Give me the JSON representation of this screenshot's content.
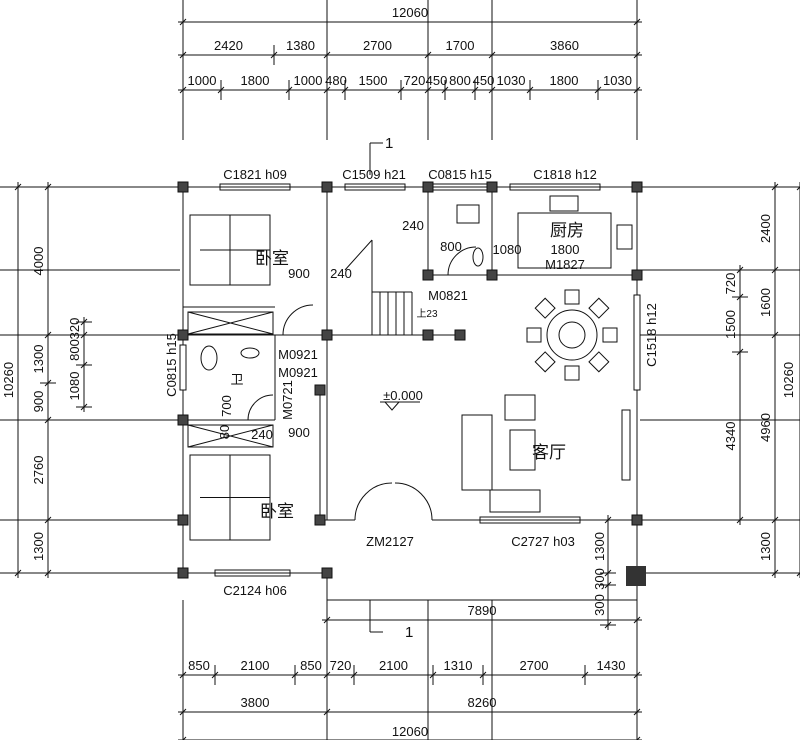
{
  "dimensions": {
    "top_total": "12060",
    "top_row_2": [
      "2420",
      "1380",
      "2700",
      "1700",
      "3860"
    ],
    "top_row_3": [
      "1000",
      "1800",
      "1000",
      "480",
      "1500",
      "720",
      "450",
      "800",
      "450",
      "1030",
      "1800",
      "1030"
    ],
    "bottom_row_1": [
      "850",
      "2100",
      "850",
      "720",
      "2100",
      "1310",
      "2700",
      "1430"
    ],
    "bottom_row_2": [
      "3800",
      "8260"
    ],
    "bottom_total": "12060",
    "left_outer": [
      "4000",
      "1300",
      "900",
      "2760",
      "1300"
    ],
    "left_inner": [
      "320",
      "800",
      "1080"
    ],
    "left_total": "10260",
    "right_outer": [
      "2400",
      "1600",
      "4960",
      "1300"
    ],
    "right_inner": [
      "720",
      "1500",
      "4340"
    ],
    "right_total": "10260",
    "porch": [
      "1300",
      "300",
      "300"
    ],
    "porch_width": "7890"
  },
  "rooms": {
    "bedroom_1": "卧室",
    "bedroom_2": "卧室",
    "kitchen": "厨房",
    "living_room": "客厅",
    "bathroom": "卫",
    "elevation": "±0.000"
  },
  "windows": {
    "w1": "C1821 h09",
    "w2": "C1509 h21",
    "w3": "C0815 h15",
    "w4": "C1818 h12",
    "w5": "C2124 h06",
    "w6": "C2727 h03",
    "w7": "C0815 h15",
    "w8": "C1518 h12"
  },
  "doors": {
    "main": "ZM2127",
    "d1": "M0821",
    "d2": "M1827",
    "d3": "M0921",
    "d4": "M0921",
    "d5": "M0721"
  },
  "annotations": {
    "a240_1": "240",
    "a800": "800",
    "a1080": "1080",
    "a1800": "1800",
    "a900_1": "900",
    "a240_2": "240",
    "a900_2": "900",
    "a240_3": "240",
    "a700": "700",
    "a80": "80",
    "stairs": "上23",
    "section_top": "1",
    "section_bottom": "1"
  }
}
